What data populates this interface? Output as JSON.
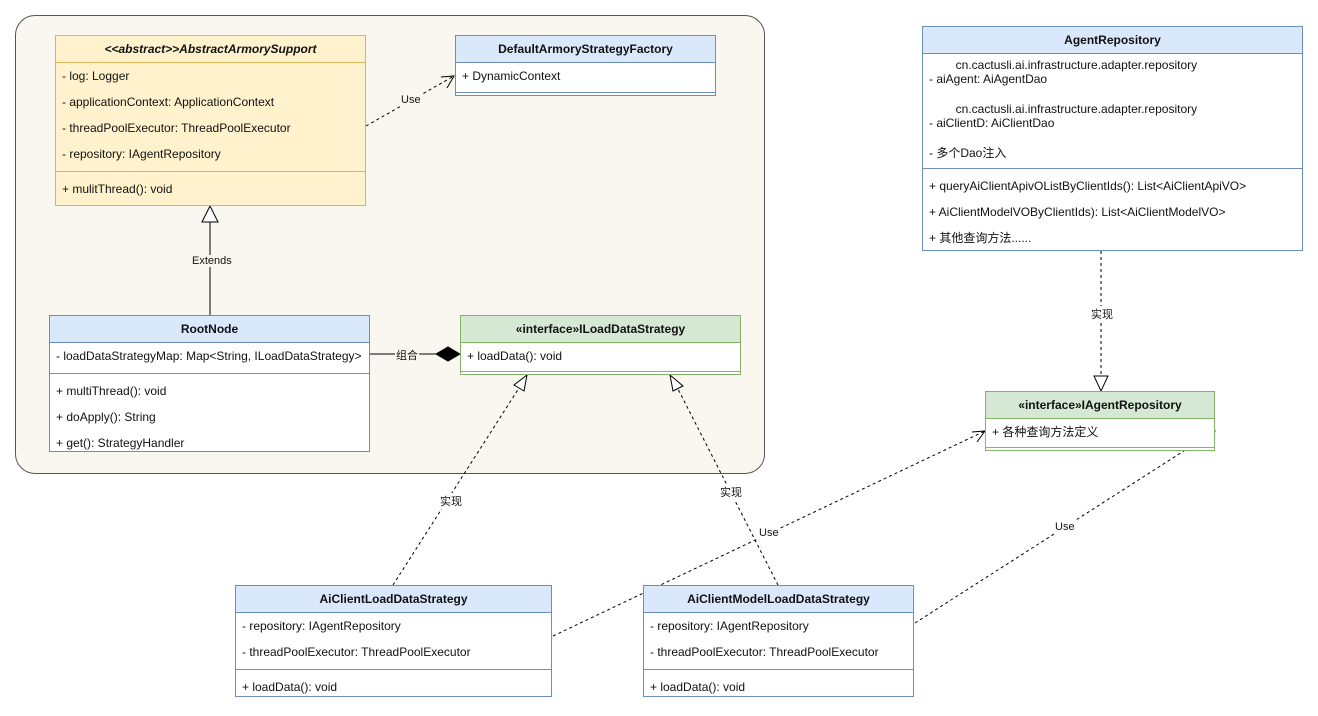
{
  "abstract_armory": {
    "title": "<<abstract>>AbstractArmorySupport",
    "fields": [
      "- log: Logger",
      "- applicationContext: ApplicationContext",
      "- threadPoolExecutor: ThreadPoolExecutor",
      "- repository: IAgentRepository"
    ],
    "methods": [
      "+ mulitThread(): void"
    ]
  },
  "default_factory": {
    "title": "DefaultArmoryStrategyFactory",
    "fields": [
      "+ DynamicContext"
    ]
  },
  "root_node": {
    "title": "RootNode",
    "fields": [
      "- loadDataStrategyMap: Map<String, ILoadDataStrategy>"
    ],
    "methods": [
      "+ multiThread(): void",
      "+ doApply(): String",
      "+ get(): StrategyHandler"
    ]
  },
  "iload_strategy": {
    "title": "«interface»ILoadDataStrategy",
    "methods": [
      "+ loadData(): void"
    ]
  },
  "agent_repository": {
    "title": "AgentRepository",
    "field1_pkg": "        cn.cactusli.ai.infrastructure.adapter.repository",
    "field1_name": "- aiAgent: AiAgentDao",
    "field2_pkg": "        cn.cactusli.ai.infrastructure.adapter.repository",
    "field2_name": "- aiClientD: AiClientDao",
    "field3": " - 多个Dao注入",
    "methods": [
      "+ queryAiClientApivOListByClientIds(): List<AiClientApiVO>",
      "+ AiClientModelVOByClientIds): List<AiClientModelVO>",
      "+ 其他查询方法......"
    ]
  },
  "iagent_repository": {
    "title": "«interface»IAgentRepository",
    "methods": [
      "+ 各种查询方法定义"
    ]
  },
  "client_load": {
    "title": "AiClientLoadDataStrategy",
    "fields": [
      "- repository: IAgentRepository",
      "- threadPoolExecutor: ThreadPoolExecutor"
    ],
    "methods": [
      "+ loadData(): void"
    ]
  },
  "client_model_load": {
    "title": "AiClientModelLoadDataStrategy",
    "fields": [
      "- repository: IAgentRepository",
      "- threadPoolExecutor: ThreadPoolExecutor"
    ],
    "methods": [
      "+ loadData(): void"
    ]
  },
  "edge_labels": {
    "use1": "Use",
    "extends": "Extends",
    "compose": "组合",
    "impl_repo": "实现",
    "impl_client": "实现",
    "impl_model": "实现",
    "use_client": "Use",
    "use_model": "Use"
  }
}
